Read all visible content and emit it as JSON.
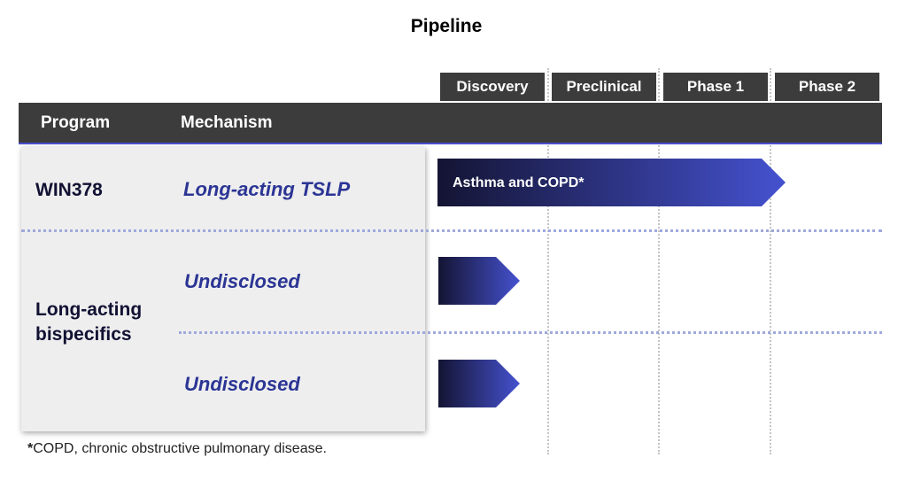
{
  "title": "Pipeline",
  "stages": [
    "Discovery",
    "Preclinical",
    "Phase 1",
    "Phase 2"
  ],
  "columns": {
    "program": "Program",
    "mechanism": "Mechanism"
  },
  "programs": [
    {
      "name": "WIN378",
      "mechanism": "Long-acting TSLP",
      "indication": "Asthma and COPD*",
      "progress_stage": "Phase 1"
    },
    {
      "name_lines": [
        "Long-acting",
        "bispecifics"
      ],
      "candidates": [
        {
          "mechanism": "Undisclosed",
          "progress_stage": "Discovery"
        },
        {
          "mechanism": "Undisclosed",
          "progress_stage": "Discovery"
        }
      ]
    }
  ],
  "footnote": {
    "mark": "*",
    "text": "COPD, chronic obstructive pulmonary disease."
  },
  "colors": {
    "header_dark": "#3c3c3c",
    "arrow_dark": "#141433",
    "arrow_light": "#4552cf",
    "mechanism_text": "#2b3594",
    "divider_dots": "#9fa9dd"
  }
}
